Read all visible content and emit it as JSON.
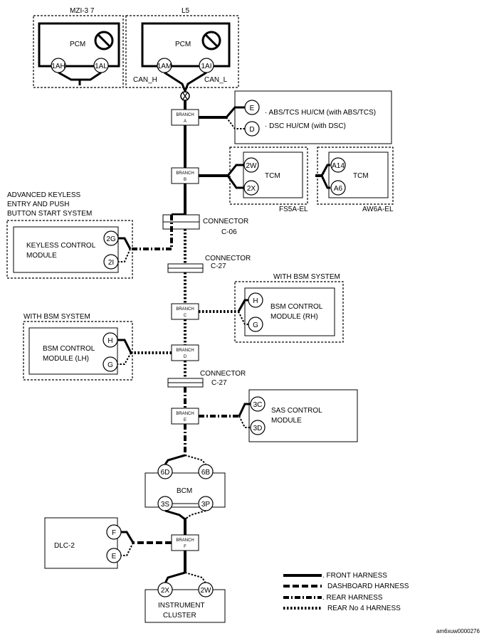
{
  "variants": {
    "mzi": "MZI-3 7",
    "l5": "L5"
  },
  "pcm_label": "PCM",
  "pins": {
    "mzi_1ah": "1AH",
    "mzi_1al": "1AL",
    "l5_1am": "1AM",
    "l5_1ai": "1AI",
    "abs_e": "E",
    "abs_d": "D",
    "fs5a_2w": "2W",
    "fs5a_2x": "2X",
    "aw6a_a14": "A14",
    "aw6a_a6": "A6",
    "kcm_2g": "2G",
    "kcm_2i": "2I",
    "bsmrh_h": "H",
    "bsmrh_g": "G",
    "bsmlh_h": "H",
    "bsmlh_g": "G",
    "sas_3c": "3C",
    "sas_3d": "3D",
    "bcm_6d": "6D",
    "bcm_6b": "6B",
    "bcm_3s": "3S",
    "bcm_3p": "3P",
    "dlc_f": "F",
    "dlc_e": "E",
    "ic_2x": "2X",
    "ic_2w": "2W"
  },
  "can": {
    "h": "CAN_H",
    "l": "CAN_L"
  },
  "branch_word": "BRANCH",
  "branches": {
    "a": "A",
    "b": "B",
    "c": "C",
    "d": "D",
    "e": "E",
    "f": "F"
  },
  "abs_lines": [
    "· ABS/TCS HU/CM (with ABS/TCS)",
    "· DSC HU/CM (with DSC)"
  ],
  "tcm_label": "TCM",
  "fs5a_label": "FS5A-EL",
  "aw6a_label": "AW6A-EL",
  "keyless_heading": [
    "ADVANCED KEYLESS",
    "ENTRY AND PUSH",
    "BUTTON START SYSTEM"
  ],
  "keyless_module": [
    "KEYLESS CONTROL",
    "MODULE"
  ],
  "connector_word": "CONNECTOR",
  "connectors": {
    "c06": "C-06",
    "c27a": "C-27",
    "c27b": "C-27"
  },
  "with_bsm": "WITH BSM SYSTEM",
  "bsm_rh": [
    "BSM CONTROL",
    "MODULE (RH)"
  ],
  "bsm_lh": [
    "BSM CONTROL",
    "MODULE (LH)"
  ],
  "sas": [
    "SAS CONTROL",
    "MODULE"
  ],
  "bcm_label": "BCM",
  "dlc_label": "DLC-2",
  "cluster": [
    "INSTRUMENT",
    "CLUSTER"
  ],
  "legend": {
    "front": ". FRONT HARNESS",
    "dashboard": "DASHBOARD HARNESS",
    "rear": ". REAR HARNESS",
    "rear4": "REAR No 4 HARNESS"
  },
  "ref_code": "am6xuw0000276"
}
